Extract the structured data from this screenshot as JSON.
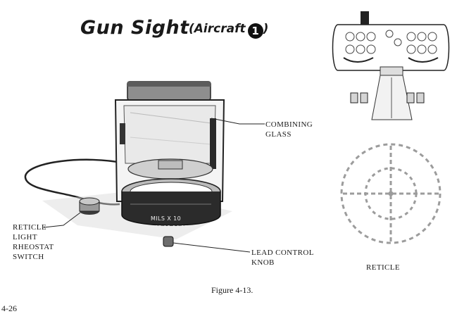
{
  "title": "Gun Sight",
  "subtitle_prefix": "(Aircraft",
  "subtitle_number": "1",
  "subtitle_suffix": ")",
  "labels": {
    "combining_glass_line1": "COMBINING",
    "combining_glass_line2": "GLASS",
    "rheostat_line1": "RETICLE",
    "rheostat_line2": "LIGHT",
    "rheostat_line3": "RHEOSTAT",
    "rheostat_line4": "SWITCH",
    "lead_control_line1": "LEAD CONTROL",
    "lead_control_line2": "KNOB",
    "reticle": "RETICLE",
    "dial_mils": "MILS X 10",
    "dial_numbers": "11 12 13 14 15 16"
  },
  "figure_caption": "Figure 4-13.",
  "page_number": "4-26"
}
